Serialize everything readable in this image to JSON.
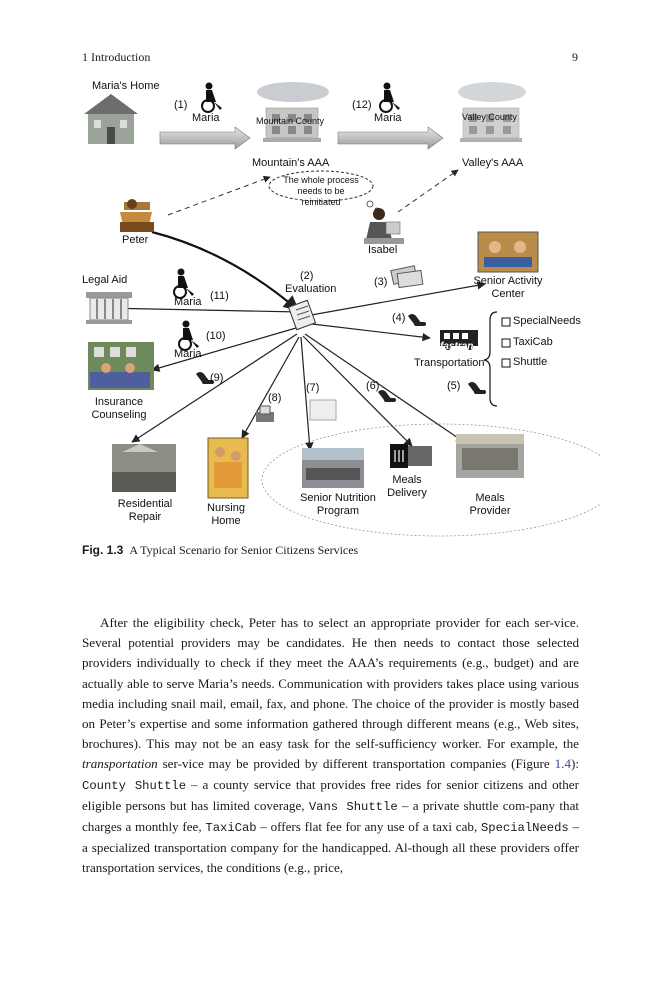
{
  "header": {
    "chapter": "1  Introduction",
    "page_number": "9"
  },
  "figure": {
    "labels": {
      "marias_home": "Maria's Home",
      "step1": "(1)",
      "maria_1": "Maria",
      "mountain_county": "Mountain County",
      "step12": "(12)",
      "maria_12": "Maria",
      "valley_county": "Valley County",
      "mountains_aaa": "Mountain's AAA",
      "valleys_aaa": "Valley's AAA",
      "bubble": "The whole process needs to be reinitiated",
      "peter": "Peter",
      "isabel": "Isabel",
      "step2": "(2)",
      "evaluation": "Evaluation",
      "legal_aid": "Legal Aid",
      "maria_11": "Maria",
      "step11": "(11)",
      "step10": "(10)",
      "maria_10": "Maria",
      "step3": "(3)",
      "senior_activity_center": "Senior Activity Center",
      "step4": "(4)",
      "transportation": "Transportation",
      "fastran": "fastran",
      "insurance_counseling": "Insurance Counseling",
      "step9": "(9)",
      "step8": "(8)",
      "step7": "(7)",
      "step6": "(6)",
      "step5": "(5)",
      "residential_repair": "Residential Repair",
      "nursing_home": "Nursing Home",
      "senior_nutrition_program": "Senior Nutrition Program",
      "meals_delivery": "Meals Delivery",
      "meals_provider": "Meals Provider"
    },
    "transport_options": [
      "SpecialNeeds",
      "TaxiCab",
      "Shuttle"
    ]
  },
  "caption": {
    "label": "Fig. 1.3",
    "text": "A Typical Scenario for Senior Citizens Services"
  },
  "body": {
    "t1": "After the eligibility check, Peter has to select an appropriate provider for each ser-vice. Several potential providers may be candidates. He then needs to contact those selected providers individually to check if they meet the AAA’s requirements (e.g., budget) and are actually able to serve Maria’s needs. Communication with providers takes place using various media including snail mail, email, fax, and phone. The choice of the provider is mostly based on Peter’s expertise and some information gathered through different means (e.g., Web sites, brochures). This may not be an easy task for the self-sufficiency worker. For example, the ",
    "t1_em": "transportation",
    "t1b": " ser-vice may be provided by different transportation companies (Figure ",
    "fig_ref": "1.4",
    "t1c": "): ",
    "code1": "County Shuttle",
    "t2": " – a county service that provides free rides for senior citizens and other eligible persons but has limited coverage, ",
    "code2": "Vans Shuttle",
    "t3": " – a private shuttle com-pany that charges a monthly fee, ",
    "code3": "TaxiCab",
    "t4": " – offers flat fee for any use of a taxi cab, ",
    "code4": "SpecialNeeds",
    "t5": " – a specialized transportation company for the handicapped. Al-though all these providers offer transportation services, the conditions (e.g., price,"
  }
}
